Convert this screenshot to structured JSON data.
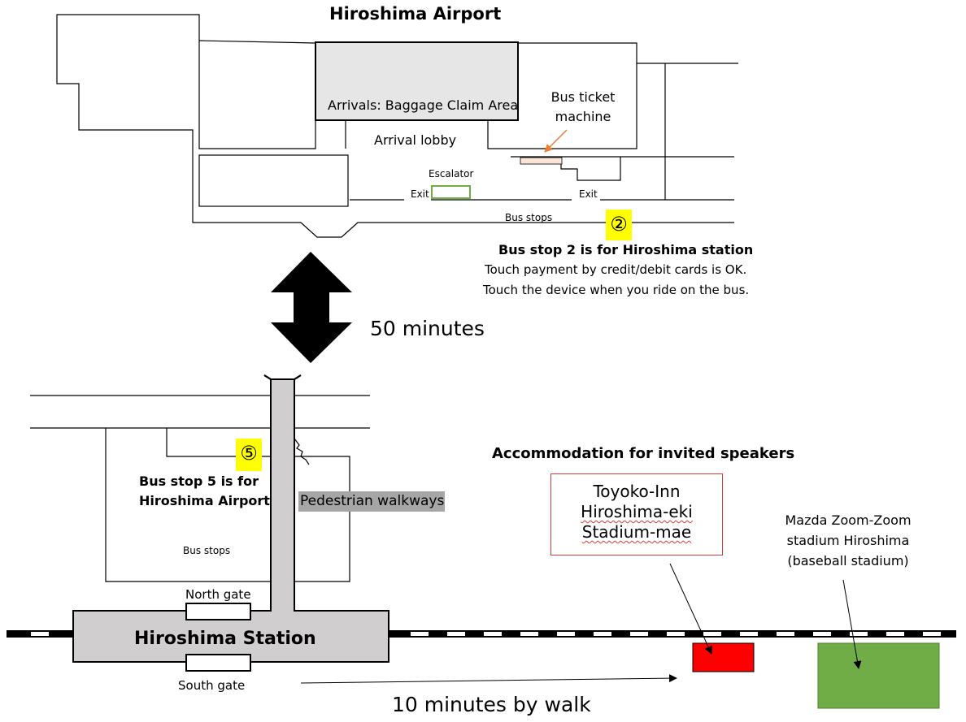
{
  "airport": {
    "title": "Hiroshima Airport",
    "baggage_area": "Arrivals: Baggage Claim Area",
    "arrival_lobby": "Arrival lobby",
    "ticket_machine_line1": "Bus ticket",
    "ticket_machine_line2": "machine",
    "escalator": "Escalator",
    "exit_left": "Exit",
    "exit_right": "Exit",
    "bus_stops": "Bus stops",
    "bus_stop_badge": "②",
    "bus_stop_title": "Bus stop 2 is for Hiroshima station",
    "payment_note": "Touch payment by credit/debit cards is OK.",
    "device_note": "Touch the device when you ride on the bus."
  },
  "travel": {
    "duration": "50 minutes",
    "walk": "10 minutes by walk"
  },
  "station": {
    "badge": "⑤",
    "bus_stop_line1": "Bus stop 5 is for",
    "bus_stop_line2": "Hiroshima Airport",
    "walkways": "Pedestrian walkways",
    "bus_stops": "Bus stops",
    "north_gate": "North gate",
    "name": "Hiroshima Station",
    "south_gate": "South gate"
  },
  "accommodation": {
    "heading": "Accommodation for invited speakers",
    "hotel_line1": "Toyoko-Inn",
    "hotel_line2": "Hiroshima-eki",
    "hotel_line3": "Stadium-mae"
  },
  "stadium": {
    "line1": "Mazda Zoom-Zoom",
    "line2": "stadium Hiroshima",
    "line3": "(baseball stadium)"
  },
  "colors": {
    "hotel_marker": "#ff0000",
    "stadium_marker": "#70ad47",
    "escalator_marker": "#70ad47",
    "ticket_arrow": "#ed7d31",
    "ticket_machine": "#fbe5d6",
    "badge_highlight": "#ffff00",
    "station_fill": "#d0cece",
    "baggage_fill": "#e7e6e6"
  }
}
